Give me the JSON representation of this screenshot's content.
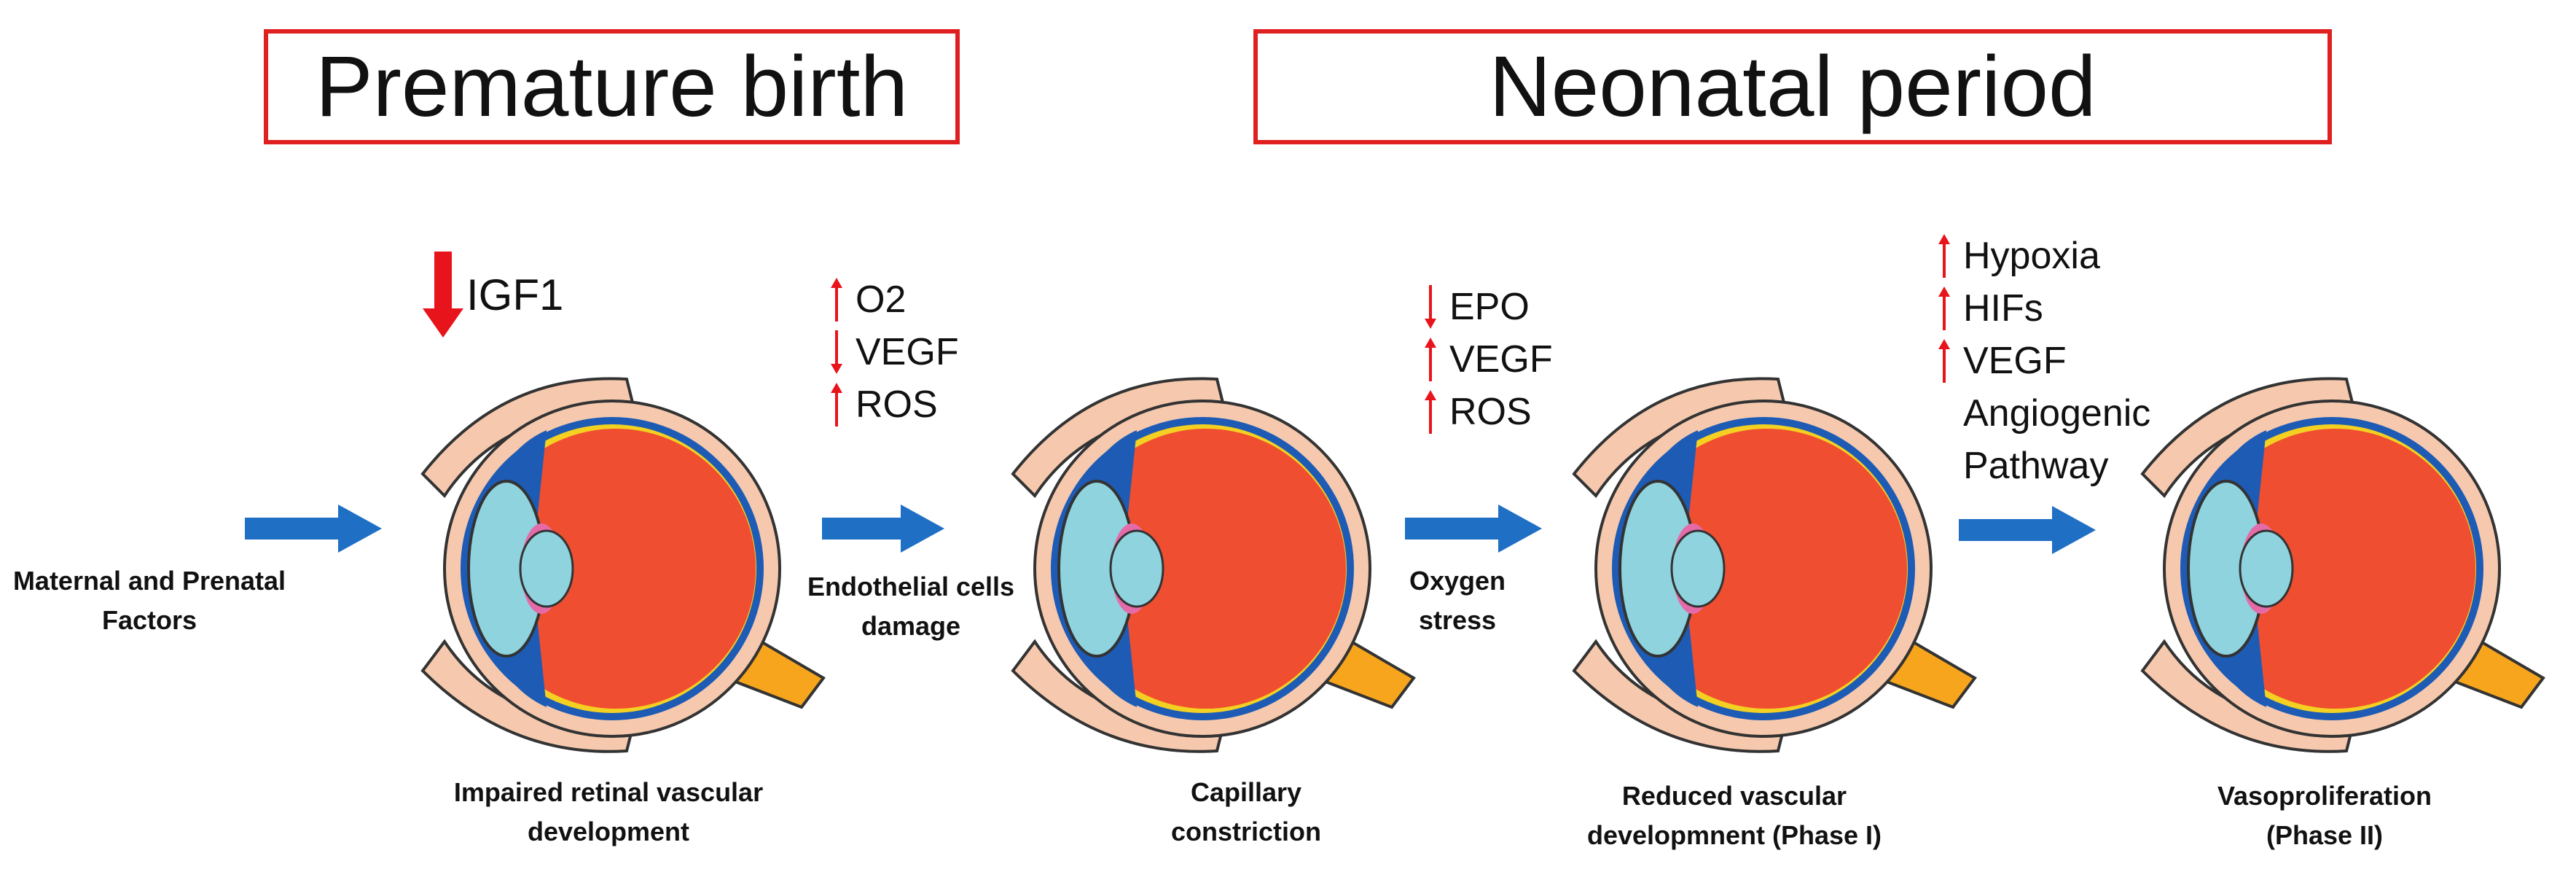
{
  "headers": {
    "premature_birth": "Premature birth",
    "neonatal_period": "Neonatal period"
  },
  "stages": [
    {
      "id": "maternal",
      "lines": [
        "Maternal and Prenatal",
        "Factors"
      ]
    },
    {
      "id": "impaired",
      "lines": [
        "Impaired retinal vascular",
        "development"
      ]
    },
    {
      "id": "endothelial",
      "lines": [
        "Endothelial cells",
        "damage"
      ]
    },
    {
      "id": "capillary",
      "lines": [
        "Capillary",
        "constriction"
      ]
    },
    {
      "id": "oxygen",
      "lines": [
        "Oxygen",
        "stress"
      ]
    },
    {
      "id": "reduced",
      "lines": [
        "Reduced vascular",
        "developmnent (Phase I)"
      ]
    },
    {
      "id": "vaso",
      "lines": [
        "Vasoproliferation",
        "(Phase II)"
      ]
    }
  ],
  "igf1": {
    "label": "IGF1",
    "direction": "down"
  },
  "factor_groups": [
    {
      "id": "group1",
      "items": [
        {
          "label": "O2",
          "direction": "up"
        },
        {
          "label": "VEGF",
          "direction": "down"
        },
        {
          "label": "ROS",
          "direction": "up"
        }
      ]
    },
    {
      "id": "group2",
      "items": [
        {
          "label": "EPO",
          "direction": "down"
        },
        {
          "label": "VEGF",
          "direction": "up"
        },
        {
          "label": "ROS",
          "direction": "up"
        }
      ]
    },
    {
      "id": "group3",
      "items": [
        {
          "label": "Hypoxia",
          "direction": "up"
        },
        {
          "label": "HIFs",
          "direction": "up"
        },
        {
          "label": "VEGF",
          "direction": "up"
        },
        {
          "label": "Angiogenic",
          "direction": "none"
        },
        {
          "label": "Pathway",
          "direction": "none"
        }
      ]
    }
  ],
  "colors": {
    "header_border": "#e02020",
    "indicator_arrow": "#e8141b",
    "flow_arrow": "#1f6fc5",
    "eyeball": "#f04e30",
    "sclera": "#f6c9ae",
    "optic_nerve": "#f7a51c",
    "cornea": "#8fd3de",
    "choroid": "#1d5bb5"
  }
}
